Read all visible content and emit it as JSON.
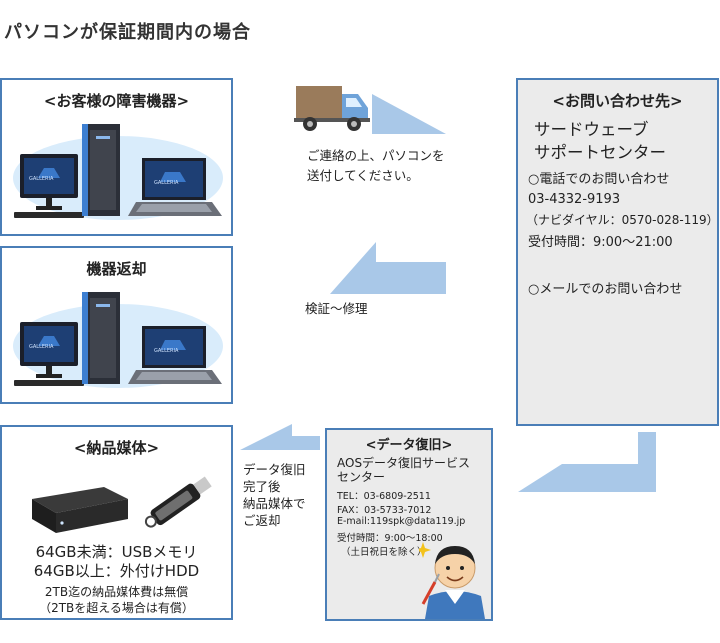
{
  "page_title": "パソコンが保証期間内の場合",
  "customer": {
    "title": "<お客様の障害機器>"
  },
  "return_box": {
    "title": "機器返却"
  },
  "media": {
    "title": "<納品媒体>",
    "line1": "64GB未満：USBメモリ",
    "line2": "64GB以上：外付けHDD",
    "note1": "2TB迄の納品媒体費は無償",
    "note2": "（2TBを超える場合は有償）"
  },
  "contact": {
    "title": "<お問い合わせ先>",
    "name1": "サードウェーブ",
    "name2": "サポートセンター",
    "phone_heading": "○電話でのお問い合わせ",
    "phone": "03-4332-9193",
    "navi": "（ナビダイヤル：0570-028-119）",
    "hours": "受付時間：9:00～21:00",
    "mail_heading": "○メールでのお問い合わせ"
  },
  "recovery": {
    "title": "<データ復旧>",
    "company1": "AOSデータ復旧サービス",
    "company2": "センター",
    "tel": "TEL：03-6809-2511",
    "fax": "FAX：03-5733-7012",
    "email": "E-mail:119spk@data119.jp",
    "hours": "受付時間：9:00～18:00",
    "holiday": "（土日祝日を除く）"
  },
  "step_send": {
    "line1": "ご連絡の上、パソコンを",
    "line2": "送付してください。"
  },
  "step_repair": {
    "label": "検証～修理"
  },
  "step_return": {
    "line1": "データ復旧",
    "line2": "完了後",
    "line3": "納品媒体で",
    "line4": "ご返却"
  },
  "pc_brand": "GALLERIA",
  "colors": {
    "border": "#4a7eb7",
    "arrow": "#a9c8e8",
    "panel": "#ebebeb",
    "oval": "#d9ecfb"
  }
}
